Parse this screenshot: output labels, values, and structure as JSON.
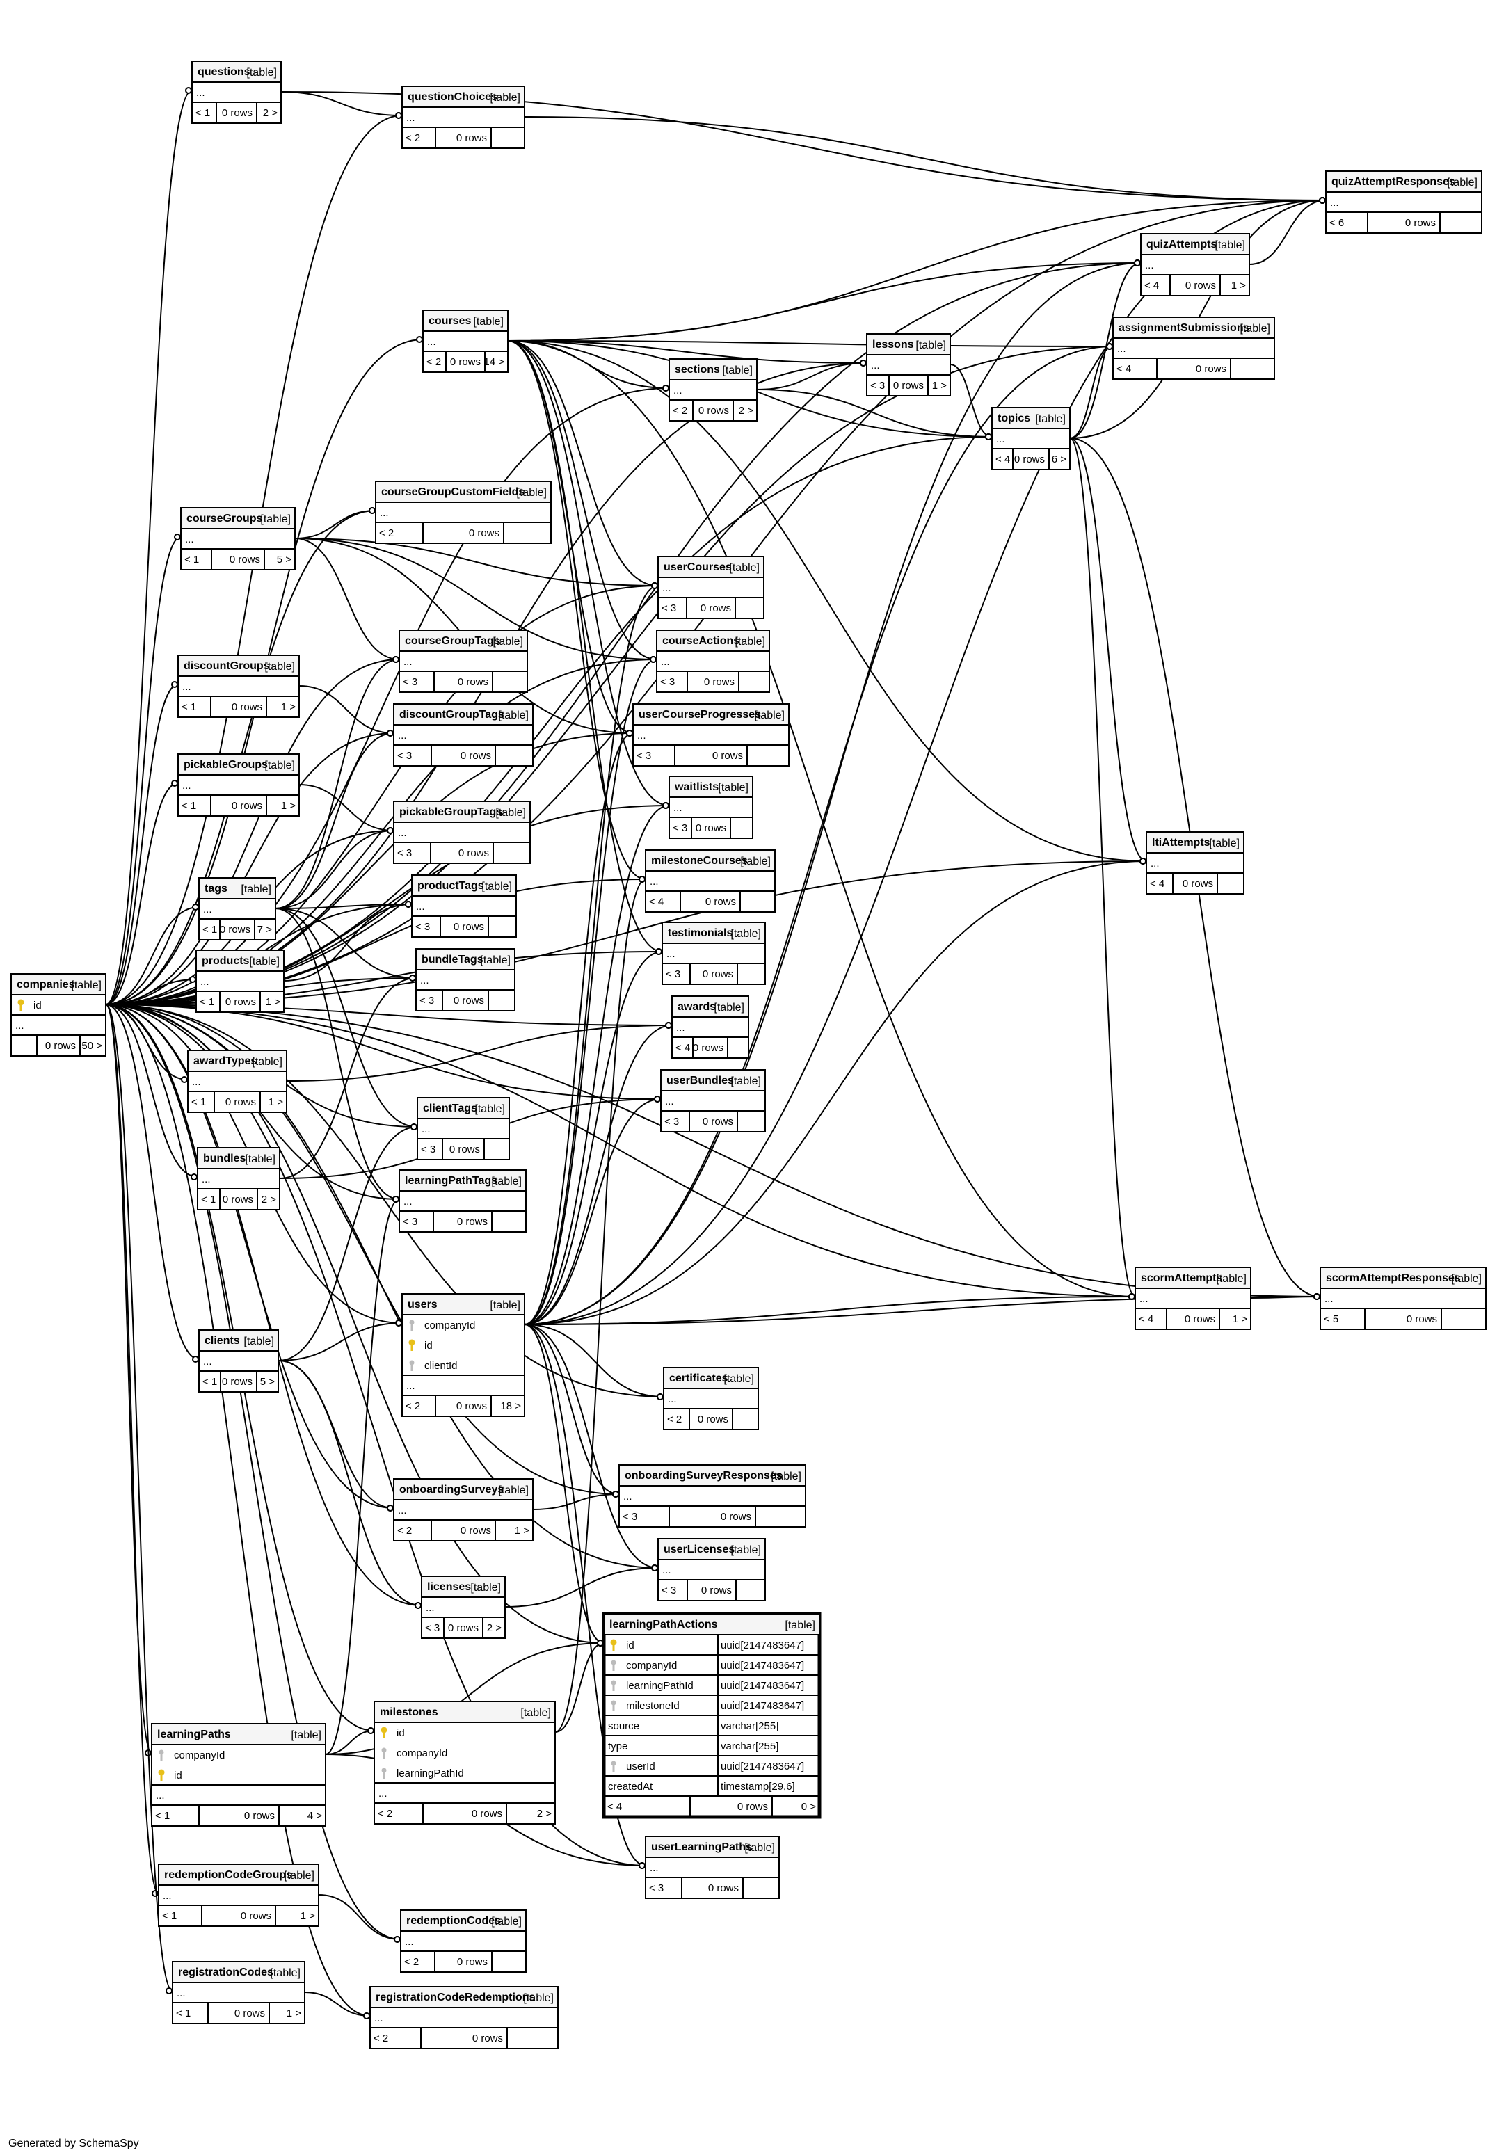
{
  "footer": "Generated by SchemaSpy",
  "tag": "[table]",
  "tables": {
    "companies": {
      "name": "companies",
      "rows": [
        [
          "pk",
          "id"
        ],
        [
          "txt",
          "..."
        ]
      ],
      "footer": [
        "",
        "0 rows",
        "50 >"
      ]
    },
    "questions": {
      "name": "questions",
      "rows": [
        [
          "txt",
          "..."
        ]
      ],
      "footer": [
        "< 1",
        "0 rows",
        "2 >"
      ]
    },
    "questionChoices": {
      "name": "questionChoices",
      "rows": [
        [
          "txt",
          "..."
        ]
      ],
      "footer": [
        "< 2",
        "0 rows",
        ""
      ]
    },
    "quizAttemptResponses": {
      "name": "quizAttemptResponses",
      "rows": [
        [
          "txt",
          "..."
        ]
      ],
      "footer": [
        "< 6",
        "0 rows",
        ""
      ]
    },
    "quizAttempts": {
      "name": "quizAttempts",
      "rows": [
        [
          "txt",
          "..."
        ]
      ],
      "footer": [
        "< 4",
        "0 rows",
        "1 >"
      ]
    },
    "assignmentSubmissions": {
      "name": "assignmentSubmissions",
      "rows": [
        [
          "txt",
          "..."
        ]
      ],
      "footer": [
        "< 4",
        "0 rows",
        ""
      ]
    },
    "courses": {
      "name": "courses",
      "rows": [
        [
          "txt",
          "..."
        ]
      ],
      "footer": [
        "< 2",
        "0 rows",
        "14 >"
      ]
    },
    "lessons": {
      "name": "lessons",
      "rows": [
        [
          "txt",
          "..."
        ]
      ],
      "footer": [
        "< 3",
        "0 rows",
        "1 >"
      ]
    },
    "sections": {
      "name": "sections",
      "rows": [
        [
          "txt",
          "..."
        ]
      ],
      "footer": [
        "< 2",
        "0 rows",
        "2 >"
      ]
    },
    "topics": {
      "name": "topics",
      "rows": [
        [
          "txt",
          "..."
        ]
      ],
      "footer": [
        "< 4",
        "0 rows",
        "6 >"
      ]
    },
    "courseGroups": {
      "name": "courseGroups",
      "rows": [
        [
          "txt",
          "..."
        ]
      ],
      "footer": [
        "< 1",
        "0 rows",
        "5 >"
      ]
    },
    "courseGroupCustomFields": {
      "name": "courseGroupCustomFields",
      "rows": [
        [
          "txt",
          "..."
        ]
      ],
      "footer": [
        "< 2",
        "0 rows",
        ""
      ]
    },
    "userCourses": {
      "name": "userCourses",
      "rows": [
        [
          "txt",
          "..."
        ]
      ],
      "footer": [
        "< 3",
        "0 rows",
        ""
      ]
    },
    "courseGroupTags": {
      "name": "courseGroupTags",
      "rows": [
        [
          "txt",
          "..."
        ]
      ],
      "footer": [
        "< 3",
        "0 rows",
        ""
      ]
    },
    "courseActions": {
      "name": "courseActions",
      "rows": [
        [
          "txt",
          "..."
        ]
      ],
      "footer": [
        "< 3",
        "0 rows",
        ""
      ]
    },
    "discountGroups": {
      "name": "discountGroups",
      "rows": [
        [
          "txt",
          "..."
        ]
      ],
      "footer": [
        "< 1",
        "0 rows",
        "1 >"
      ]
    },
    "discountGroupTags": {
      "name": "discountGroupTags",
      "rows": [
        [
          "txt",
          "..."
        ]
      ],
      "footer": [
        "< 3",
        "0 rows",
        ""
      ]
    },
    "userCourseProgresses": {
      "name": "userCourseProgresses",
      "rows": [
        [
          "txt",
          "..."
        ]
      ],
      "footer": [
        "< 3",
        "0 rows",
        ""
      ]
    },
    "pickableGroups": {
      "name": "pickableGroups",
      "rows": [
        [
          "txt",
          "..."
        ]
      ],
      "footer": [
        "< 1",
        "0 rows",
        "1 >"
      ]
    },
    "waitlists": {
      "name": "waitlists",
      "rows": [
        [
          "txt",
          "..."
        ]
      ],
      "footer": [
        "< 3",
        "0 rows",
        ""
      ]
    },
    "pickableGroupTags": {
      "name": "pickableGroupTags",
      "rows": [
        [
          "txt",
          "..."
        ]
      ],
      "footer": [
        "< 3",
        "0 rows",
        ""
      ]
    },
    "ltiAttempts": {
      "name": "ltiAttempts",
      "rows": [
        [
          "txt",
          "..."
        ]
      ],
      "footer": [
        "< 4",
        "0 rows",
        ""
      ]
    },
    "milestoneCourses": {
      "name": "milestoneCourses",
      "rows": [
        [
          "txt",
          "..."
        ]
      ],
      "footer": [
        "< 4",
        "0 rows",
        ""
      ]
    },
    "tags": {
      "name": "tags",
      "rows": [
        [
          "txt",
          "..."
        ]
      ],
      "footer": [
        "< 1",
        "0 rows",
        "7 >"
      ]
    },
    "productTags": {
      "name": "productTags",
      "rows": [
        [
          "txt",
          "..."
        ]
      ],
      "footer": [
        "< 3",
        "0 rows",
        ""
      ]
    },
    "testimonials": {
      "name": "testimonials",
      "rows": [
        [
          "txt",
          "..."
        ]
      ],
      "footer": [
        "< 3",
        "0 rows",
        ""
      ]
    },
    "products": {
      "name": "products",
      "rows": [
        [
          "txt",
          "..."
        ]
      ],
      "footer": [
        "< 1",
        "0 rows",
        "1 >"
      ]
    },
    "bundleTags": {
      "name": "bundleTags",
      "rows": [
        [
          "txt",
          "..."
        ]
      ],
      "footer": [
        "< 3",
        "0 rows",
        ""
      ]
    },
    "awards": {
      "name": "awards",
      "rows": [
        [
          "txt",
          "..."
        ]
      ],
      "footer": [
        "< 4",
        "0 rows",
        ""
      ]
    },
    "awardTypes": {
      "name": "awardTypes",
      "rows": [
        [
          "txt",
          "..."
        ]
      ],
      "footer": [
        "< 1",
        "0 rows",
        "1 >"
      ]
    },
    "userBundles": {
      "name": "userBundles",
      "rows": [
        [
          "txt",
          "..."
        ]
      ],
      "footer": [
        "< 3",
        "0 rows",
        ""
      ]
    },
    "clientTags": {
      "name": "clientTags",
      "rows": [
        [
          "txt",
          "..."
        ]
      ],
      "footer": [
        "< 3",
        "0 rows",
        ""
      ]
    },
    "bundles": {
      "name": "bundles",
      "rows": [
        [
          "txt",
          "..."
        ]
      ],
      "footer": [
        "< 1",
        "0 rows",
        "2 >"
      ]
    },
    "learningPathTags": {
      "name": "learningPathTags",
      "rows": [
        [
          "txt",
          "..."
        ]
      ],
      "footer": [
        "< 3",
        "0 rows",
        ""
      ]
    },
    "scormAttempts": {
      "name": "scormAttempts",
      "rows": [
        [
          "txt",
          "..."
        ]
      ],
      "footer": [
        "< 4",
        "0 rows",
        "1 >"
      ]
    },
    "scormAttemptResponses": {
      "name": "scormAttemptResponses",
      "rows": [
        [
          "txt",
          "..."
        ]
      ],
      "footer": [
        "< 5",
        "0 rows",
        ""
      ]
    },
    "users": {
      "name": "users",
      "rows": [
        [
          "fk",
          "companyId"
        ],
        [
          "pk",
          "id"
        ],
        [
          "fk",
          "clientId"
        ],
        [
          "txt",
          "..."
        ]
      ],
      "footer": [
        "< 2",
        "0 rows",
        "18 >"
      ]
    },
    "clients": {
      "name": "clients",
      "rows": [
        [
          "txt",
          "..."
        ]
      ],
      "footer": [
        "< 1",
        "0 rows",
        "5 >"
      ]
    },
    "certificates": {
      "name": "certificates",
      "rows": [
        [
          "txt",
          "..."
        ]
      ],
      "footer": [
        "< 2",
        "0 rows",
        ""
      ]
    },
    "onboardingSurveys": {
      "name": "onboardingSurveys",
      "rows": [
        [
          "txt",
          "..."
        ]
      ],
      "footer": [
        "< 2",
        "0 rows",
        "1 >"
      ]
    },
    "onboardingSurveyResponses": {
      "name": "onboardingSurveyResponses",
      "rows": [
        [
          "txt",
          "..."
        ]
      ],
      "footer": [
        "< 3",
        "0 rows",
        ""
      ]
    },
    "licenses": {
      "name": "licenses",
      "rows": [
        [
          "txt",
          "..."
        ]
      ],
      "footer": [
        "< 3",
        "0 rows",
        "2 >"
      ]
    },
    "userLicenses": {
      "name": "userLicenses",
      "rows": [
        [
          "txt",
          "..."
        ]
      ],
      "footer": [
        "< 3",
        "0 rows",
        ""
      ]
    },
    "learningPathActions": {
      "name": "learningPathActions",
      "rows": [
        [
          "pk",
          "id",
          "uuid[2147483647]"
        ],
        [
          "fk",
          "companyId",
          "uuid[2147483647]"
        ],
        [
          "fk",
          "learningPathId",
          "uuid[2147483647]"
        ],
        [
          "fk",
          "milestoneId",
          "uuid[2147483647]"
        ],
        [
          "txt",
          "source",
          "varchar[255]"
        ],
        [
          "txt",
          "type",
          "varchar[255]"
        ],
        [
          "fk",
          "userId",
          "uuid[2147483647]"
        ],
        [
          "txt",
          "createdAt",
          "timestamp[29,6]"
        ]
      ],
      "footer": [
        "< 4",
        "0 rows",
        "0 >"
      ]
    },
    "milestones": {
      "name": "milestones",
      "rows": [
        [
          "pk",
          "id"
        ],
        [
          "fk",
          "companyId"
        ],
        [
          "fk",
          "learningPathId"
        ],
        [
          "txt",
          "..."
        ]
      ],
      "footer": [
        "< 2",
        "0 rows",
        "2 >"
      ]
    },
    "learningPaths": {
      "name": "learningPaths",
      "rows": [
        [
          "fk",
          "companyId"
        ],
        [
          "pk",
          "id"
        ],
        [
          "txt",
          "..."
        ]
      ],
      "footer": [
        "< 1",
        "0 rows",
        "4 >"
      ]
    },
    "userLearningPaths": {
      "name": "userLearningPaths",
      "rows": [
        [
          "txt",
          "..."
        ]
      ],
      "footer": [
        "< 3",
        "0 rows",
        ""
      ]
    },
    "redemptionCodeGroups": {
      "name": "redemptionCodeGroups",
      "rows": [
        [
          "txt",
          "..."
        ]
      ],
      "footer": [
        "< 1",
        "0 rows",
        "1 >"
      ]
    },
    "redemptionCodes": {
      "name": "redemptionCodes",
      "rows": [
        [
          "txt",
          "..."
        ]
      ],
      "footer": [
        "< 2",
        "0 rows",
        ""
      ]
    },
    "registrationCodes": {
      "name": "registrationCodes",
      "rows": [
        [
          "txt",
          "..."
        ]
      ],
      "footer": [
        "< 1",
        "0 rows",
        "1 >"
      ]
    },
    "registrationCodeRedemptions": {
      "name": "registrationCodeRedemptions",
      "rows": [
        [
          "txt",
          "..."
        ]
      ],
      "footer": [
        "< 2",
        "0 rows",
        ""
      ]
    }
  },
  "relationships": [
    [
      "companies",
      "questions"
    ],
    [
      "companies",
      "questionChoices"
    ],
    [
      "companies",
      "quizAttemptResponses"
    ],
    [
      "companies",
      "quizAttempts"
    ],
    [
      "companies",
      "assignmentSubmissions"
    ],
    [
      "companies",
      "courses"
    ],
    [
      "companies",
      "lessons"
    ],
    [
      "companies",
      "sections"
    ],
    [
      "companies",
      "topics"
    ],
    [
      "companies",
      "courseGroups"
    ],
    [
      "companies",
      "courseGroupCustomFields"
    ],
    [
      "companies",
      "userCourses"
    ],
    [
      "companies",
      "courseGroupTags"
    ],
    [
      "companies",
      "courseActions"
    ],
    [
      "companies",
      "discountGroups"
    ],
    [
      "companies",
      "discountGroupTags"
    ],
    [
      "companies",
      "userCourseProgresses"
    ],
    [
      "companies",
      "pickableGroups"
    ],
    [
      "companies",
      "waitlists"
    ],
    [
      "companies",
      "pickableGroupTags"
    ],
    [
      "companies",
      "ltiAttempts"
    ],
    [
      "companies",
      "milestoneCourses"
    ],
    [
      "companies",
      "tags"
    ],
    [
      "companies",
      "productTags"
    ],
    [
      "companies",
      "testimonials"
    ],
    [
      "companies",
      "products"
    ],
    [
      "companies",
      "bundleTags"
    ],
    [
      "companies",
      "awards"
    ],
    [
      "companies",
      "awardTypes"
    ],
    [
      "companies",
      "userBundles"
    ],
    [
      "companies",
      "clientTags"
    ],
    [
      "companies",
      "bundles"
    ],
    [
      "companies",
      "learningPathTags"
    ],
    [
      "companies",
      "scormAttempts"
    ],
    [
      "companies",
      "scormAttemptResponses"
    ],
    [
      "companies",
      "users"
    ],
    [
      "companies",
      "clients"
    ],
    [
      "companies",
      "certificates"
    ],
    [
      "companies",
      "onboardingSurveys"
    ],
    [
      "companies",
      "onboardingSurveyResponses"
    ],
    [
      "companies",
      "licenses"
    ],
    [
      "companies",
      "userLicenses"
    ],
    [
      "companies",
      "learningPathActions"
    ],
    [
      "companies",
      "milestones"
    ],
    [
      "companies",
      "learningPaths"
    ],
    [
      "companies",
      "userLearningPaths"
    ],
    [
      "companies",
      "redemptionCodeGroups"
    ],
    [
      "companies",
      "redemptionCodes"
    ],
    [
      "companies",
      "registrationCodes"
    ],
    [
      "companies",
      "registrationCodeRedemptions"
    ],
    [
      "questions",
      "questionChoices"
    ],
    [
      "questions",
      "quizAttemptResponses"
    ],
    [
      "questionChoices",
      "quizAttemptResponses"
    ],
    [
      "quizAttempts",
      "quizAttemptResponses"
    ],
    [
      "courses",
      "lessons"
    ],
    [
      "courses",
      "sections"
    ],
    [
      "courses",
      "topics"
    ],
    [
      "courses",
      "quizAttempts"
    ],
    [
      "courses",
      "assignmentSubmissions"
    ],
    [
      "courses",
      "userCourses"
    ],
    [
      "courses",
      "courseActions"
    ],
    [
      "courses",
      "userCourseProgresses"
    ],
    [
      "courses",
      "waitlists"
    ],
    [
      "courses",
      "milestoneCourses"
    ],
    [
      "courses",
      "testimonials"
    ],
    [
      "courses",
      "ltiAttempts"
    ],
    [
      "courses",
      "scormAttempts"
    ],
    [
      "courses",
      "quizAttemptResponses"
    ],
    [
      "sections",
      "lessons"
    ],
    [
      "sections",
      "topics"
    ],
    [
      "lessons",
      "topics"
    ],
    [
      "topics",
      "quizAttempts"
    ],
    [
      "topics",
      "assignmentSubmissions"
    ],
    [
      "topics",
      "quizAttemptResponses"
    ],
    [
      "topics",
      "ltiAttempts"
    ],
    [
      "topics",
      "scormAttempts"
    ],
    [
      "topics",
      "scormAttemptResponses"
    ],
    [
      "scormAttempts",
      "scormAttemptResponses"
    ],
    [
      "courseGroups",
      "courseGroupCustomFields"
    ],
    [
      "courseGroups",
      "courseGroupTags"
    ],
    [
      "courseGroups",
      "userCourses"
    ],
    [
      "courseGroups",
      "courseActions"
    ],
    [
      "courseGroups",
      "userCourseProgresses"
    ],
    [
      "discountGroups",
      "discountGroupTags"
    ],
    [
      "pickableGroups",
      "pickableGroupTags"
    ],
    [
      "tags",
      "courseGroupTags"
    ],
    [
      "tags",
      "discountGroupTags"
    ],
    [
      "tags",
      "pickableGroupTags"
    ],
    [
      "tags",
      "productTags"
    ],
    [
      "tags",
      "bundleTags"
    ],
    [
      "tags",
      "clientTags"
    ],
    [
      "tags",
      "learningPathTags"
    ],
    [
      "products",
      "productTags"
    ],
    [
      "awardTypes",
      "awards"
    ],
    [
      "bundles",
      "bundleTags"
    ],
    [
      "bundles",
      "userBundles"
    ],
    [
      "clients",
      "clientTags"
    ],
    [
      "clients",
      "users"
    ],
    [
      "clients",
      "onboardingSurveys"
    ],
    [
      "clients",
      "licenses"
    ],
    [
      "users",
      "quizAttempts"
    ],
    [
      "users",
      "assignmentSubmissions"
    ],
    [
      "users",
      "userCourses"
    ],
    [
      "users",
      "courseActions"
    ],
    [
      "users",
      "userCourseProgresses"
    ],
    [
      "users",
      "waitlists"
    ],
    [
      "users",
      "testimonials"
    ],
    [
      "users",
      "awards"
    ],
    [
      "users",
      "userBundles"
    ],
    [
      "users",
      "ltiAttempts"
    ],
    [
      "users",
      "scormAttempts"
    ],
    [
      "users",
      "scormAttemptResponses"
    ],
    [
      "users",
      "quizAttemptResponses"
    ],
    [
      "users",
      "certificates"
    ],
    [
      "users",
      "onboardingSurveyResponses"
    ],
    [
      "users",
      "userLicenses"
    ],
    [
      "users",
      "learningPathActions"
    ],
    [
      "users",
      "userLearningPaths"
    ],
    [
      "onboardingSurveys",
      "onboardingSurveyResponses"
    ],
    [
      "licenses",
      "userLicenses"
    ],
    [
      "learningPaths",
      "learningPathTags"
    ],
    [
      "learningPaths",
      "milestones"
    ],
    [
      "learningPaths",
      "learningPathActions"
    ],
    [
      "learningPaths",
      "userLearningPaths"
    ],
    [
      "milestones",
      "learningPathActions"
    ],
    [
      "milestones",
      "milestoneCourses"
    ],
    [
      "redemptionCodeGroups",
      "redemptionCodes"
    ],
    [
      "registrationCodes",
      "registrationCodeRedemptions"
    ]
  ]
}
